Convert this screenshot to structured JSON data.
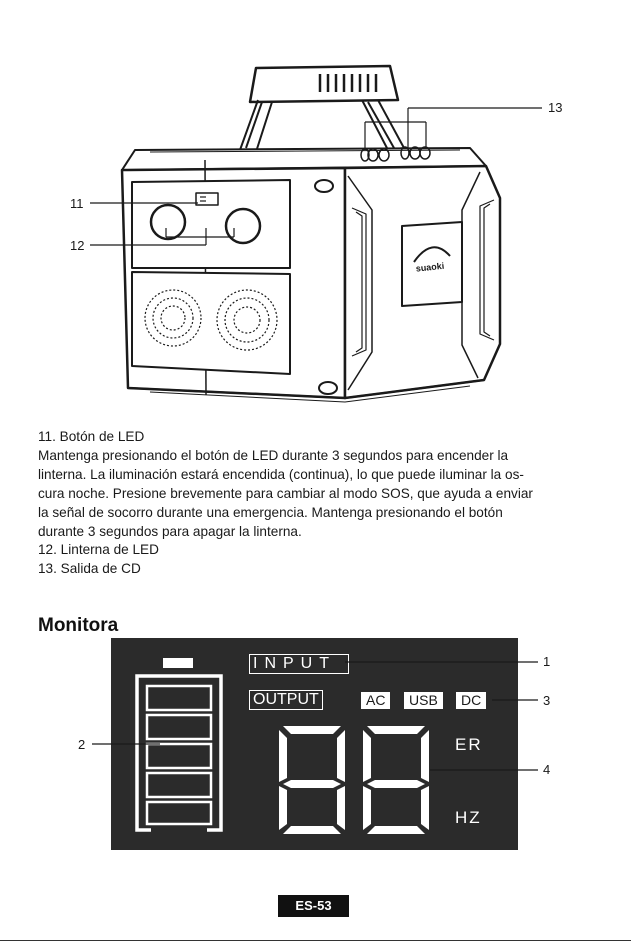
{
  "callouts": {
    "c11": "11",
    "c12": "12",
    "c13": "13",
    "m1": "1",
    "m2": "2",
    "m3": "3",
    "m4": "4"
  },
  "product_logo": "suaoki",
  "description": {
    "item11_title": "11. Botón de LED",
    "item11_lines": [
      "Mantenga presionando el botón de LED durante 3 segundos para encender la",
      "linterna. La iluminación estará encendida (continua), lo que puede iluminar la os-",
      "cura noche. Presione brevemente para cambiar al modo SOS, que ayuda a enviar",
      "la señal de socorro durante una emergencia. Mantenga presionando el botón",
      "durante 3 segundos para apagar la linterna."
    ],
    "item12": "12. Linterna de LED",
    "item13": "13. Salida de CD"
  },
  "section_title": "Monitora",
  "lcd": {
    "input_label": "INPUT",
    "output_label": "OUTPUT",
    "ports": [
      "AC",
      "USB",
      "DC"
    ],
    "unit_top": "ER",
    "unit_bottom": "HZ",
    "battery_levels": 5
  },
  "page_number": "ES-53"
}
